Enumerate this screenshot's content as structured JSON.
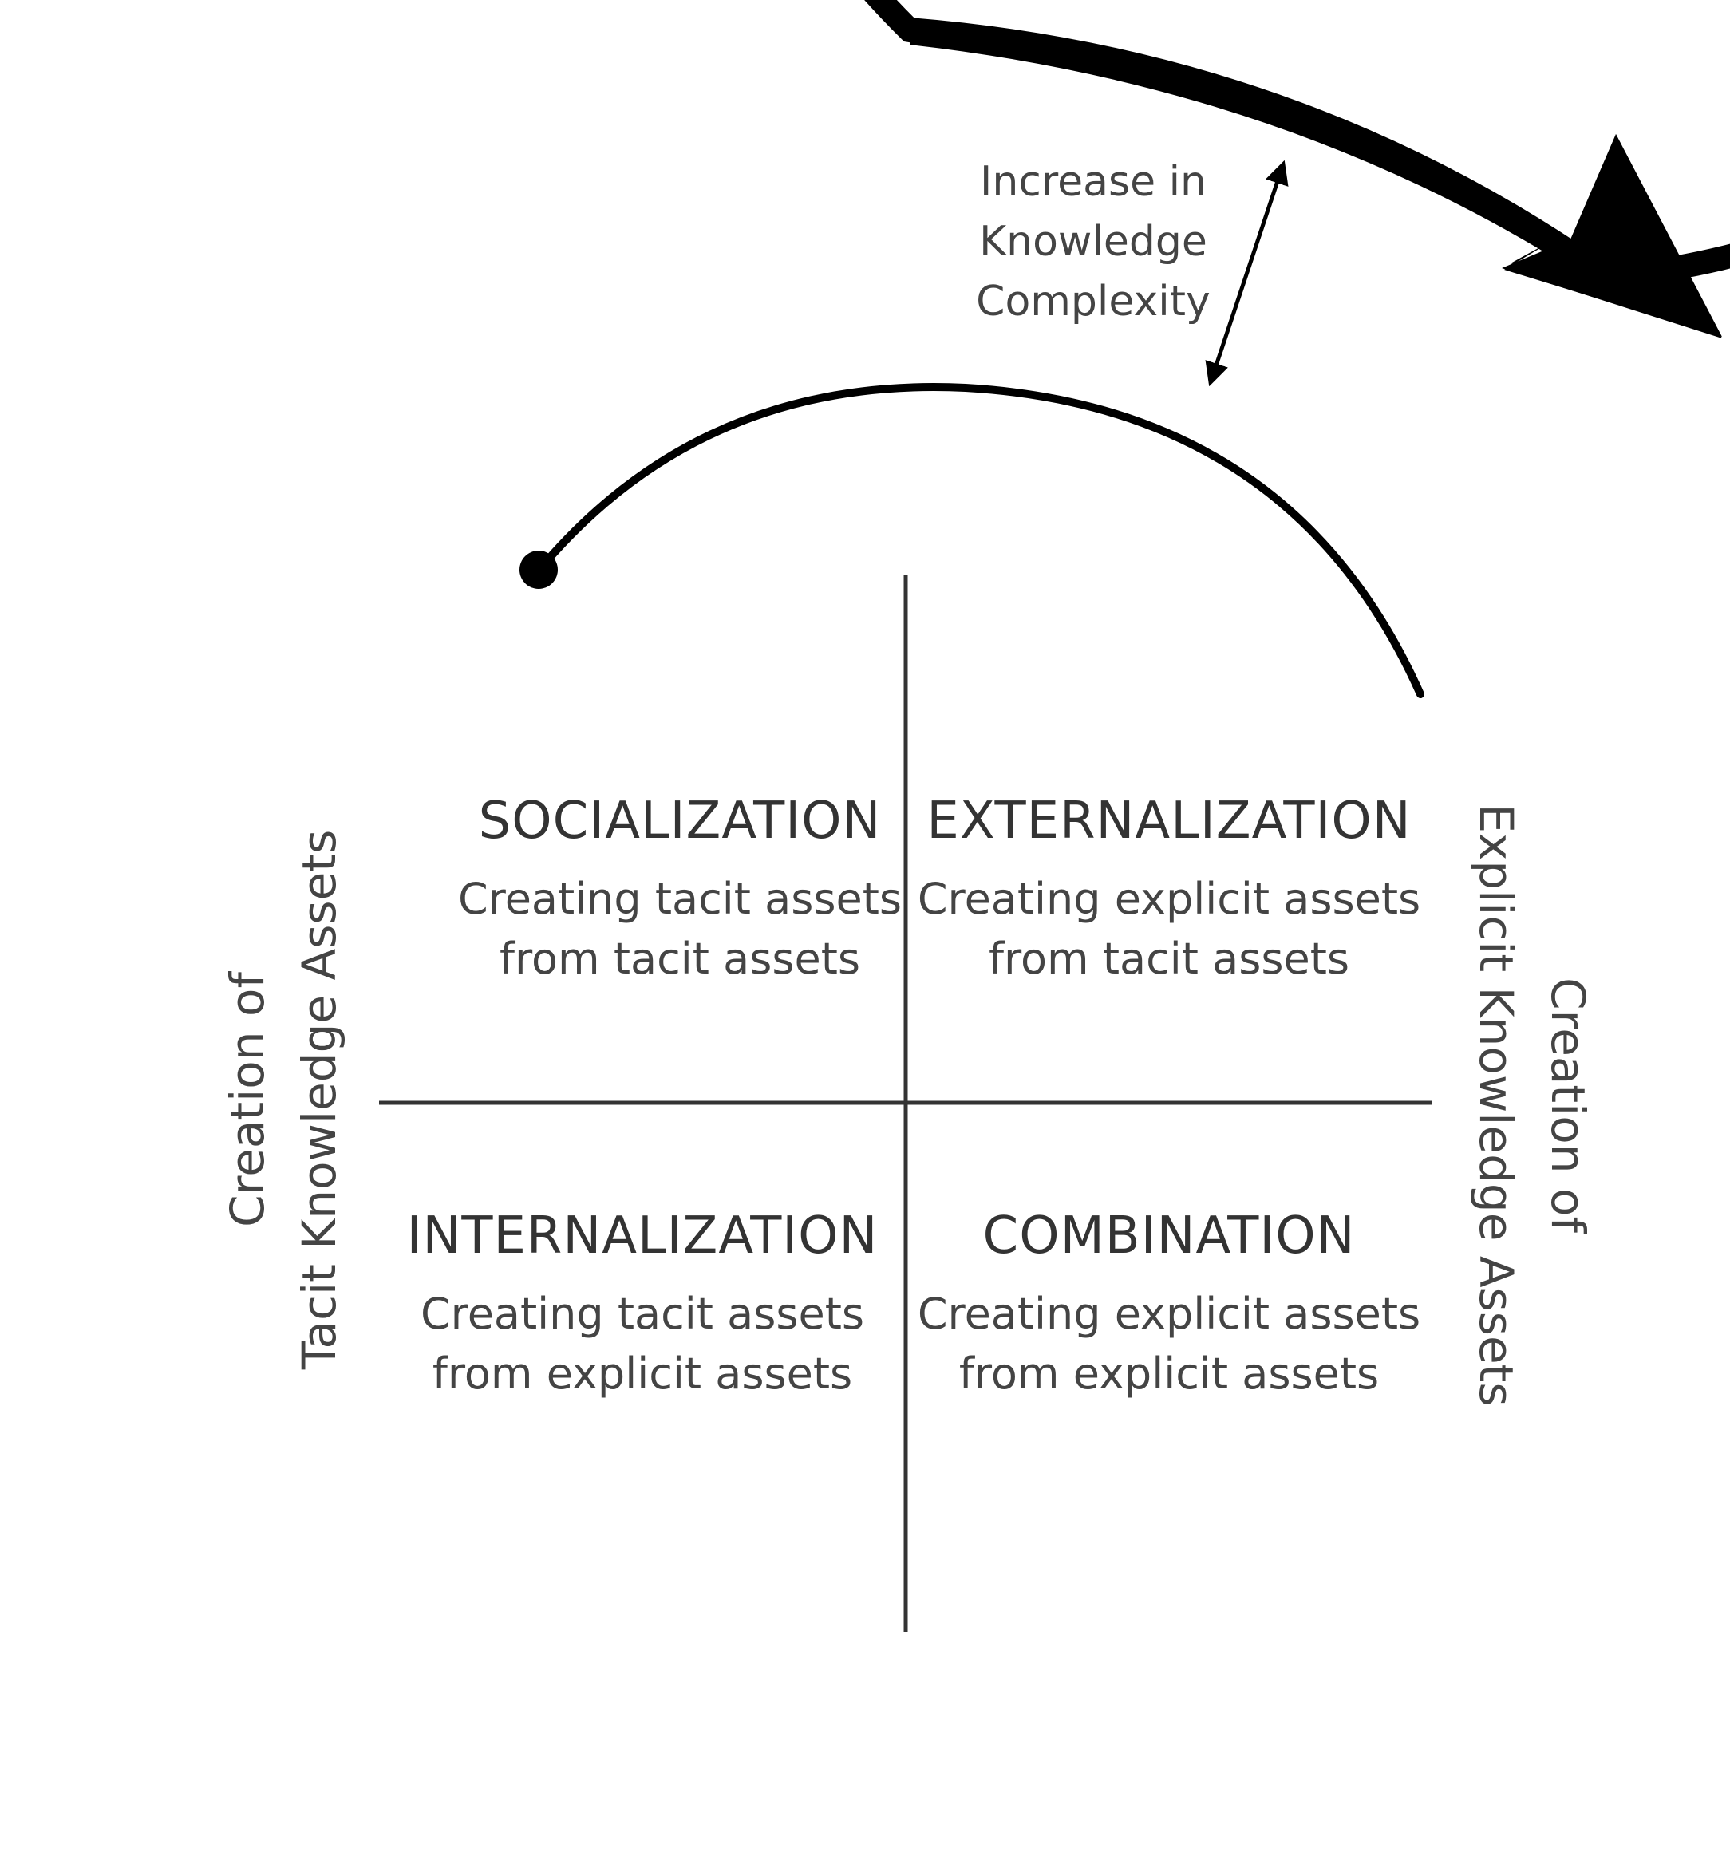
{
  "quadrants": {
    "socialization": {
      "title": "SOCIALIZATION",
      "line1": "Creating tacit assets",
      "line2": "from tacit assets"
    },
    "externalization": {
      "title": "EXTERNALIZATION",
      "line1": "Creating explicit assets",
      "line2": "from tacit assets"
    },
    "internalization": {
      "title": "INTERNALIZATION",
      "line1": "Creating tacit assets",
      "line2": "from explicit assets"
    },
    "combination": {
      "title": "COMBINATION",
      "line1": "Creating explicit assets",
      "line2": "from explicit assets"
    }
  },
  "side_labels": {
    "tacit": {
      "line1": "Creation of",
      "line2": "Tacit Knowledge  Assets"
    },
    "explicit": {
      "line1": "Creation of",
      "line2": "Explicit Knowledge Assets"
    }
  },
  "annotation": {
    "line1": "Increase in",
    "line2": "Knowledge",
    "line3": "Complexity"
  },
  "colors": {
    "ink": "#000000",
    "text": "#444444"
  }
}
